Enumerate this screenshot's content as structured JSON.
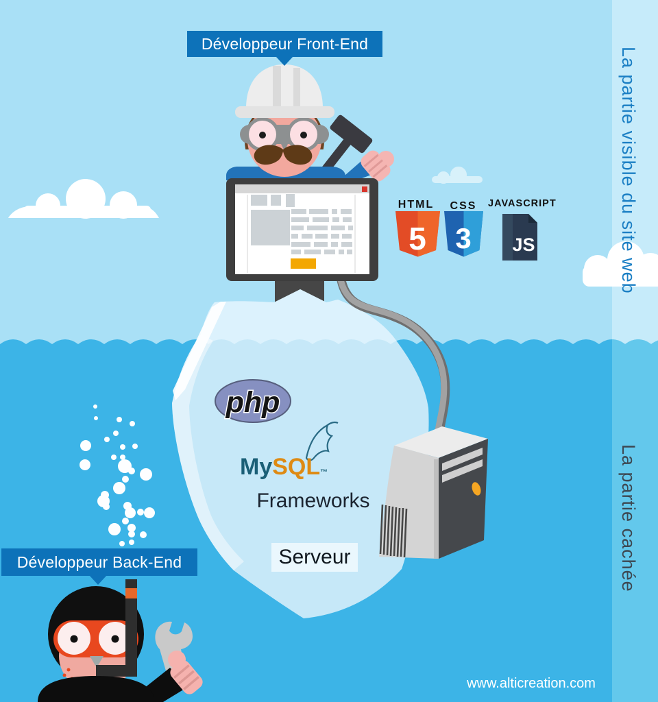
{
  "banners": {
    "front_end": "Développeur Front-End",
    "back_end": "Développeur Back-End"
  },
  "side_labels": {
    "visible": "La partie visible du site web",
    "hidden": "La partie cachée"
  },
  "iceberg_labels": {
    "frameworks": "Frameworks",
    "serveur": "Serveur"
  },
  "tech_logos": {
    "html": {
      "caption": "HTML",
      "numeral": "5"
    },
    "css": {
      "caption": "CSS",
      "numeral": "3"
    },
    "javascript": {
      "caption": "JAVASCRIPT",
      "badge": "JS"
    },
    "php": {
      "label": "php"
    },
    "mysql": {
      "part1": "My",
      "part2": "SQL",
      "tm": "™"
    }
  },
  "footer": {
    "website": "www.alticreation.com"
  },
  "colors": {
    "sky": "#a9e0f6",
    "sky_strip": "#c6ebfa",
    "water": "#3cb4e7",
    "water_strip": "#63c8ec",
    "banner_blue": "#0d72b9",
    "iceberg_above": "#dcf2fd",
    "iceberg_below": "#c6e8f8",
    "monitor_frame": "#3e3e3e",
    "wireframe_gray": "#ccd2d6",
    "button_orange": "#f3a702",
    "html_orange": "#e34c26",
    "css_blue": "#1e63b0",
    "js_navy": "#2a3a50",
    "php_purple": "#8690c1",
    "mysql_teal": "#1a5f77",
    "mysql_orange": "#de8a13",
    "diver_mask": "#e8481f",
    "skin_pink": "#f2a89e"
  }
}
